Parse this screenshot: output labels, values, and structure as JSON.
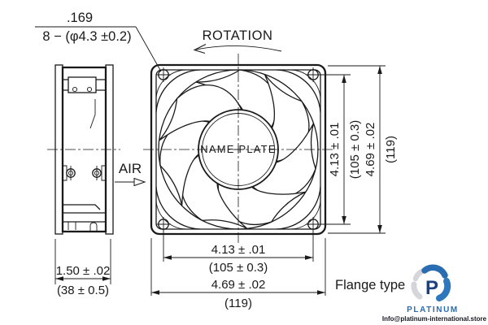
{
  "annotations": {
    "hole_note": {
      "inch": ".169",
      "metric": "8 − (φ4.3 ±0.2)"
    },
    "rotation": "ROTATION",
    "air": "AIR",
    "name_plate": "NAME PLATE",
    "flange_type": "Flange type"
  },
  "dimensions": {
    "hole_pitch": {
      "inch": "4.13 ± .01",
      "metric": "(105 ± 0.3)"
    },
    "frame_size": {
      "inch": "4.69 ± .02",
      "metric": "(119)"
    },
    "depth": {
      "inch": "1.50 ± .02",
      "metric": "(38 ± 0.5)"
    }
  },
  "watermark": {
    "brand": "PLATINUM",
    "email": "Info@platinum-international.store",
    "colors": {
      "dark_blue": "#1b4180",
      "blue": "#2a6cb2",
      "light_gray": "#d4d6da"
    }
  },
  "line_color": "#1a1a1a"
}
